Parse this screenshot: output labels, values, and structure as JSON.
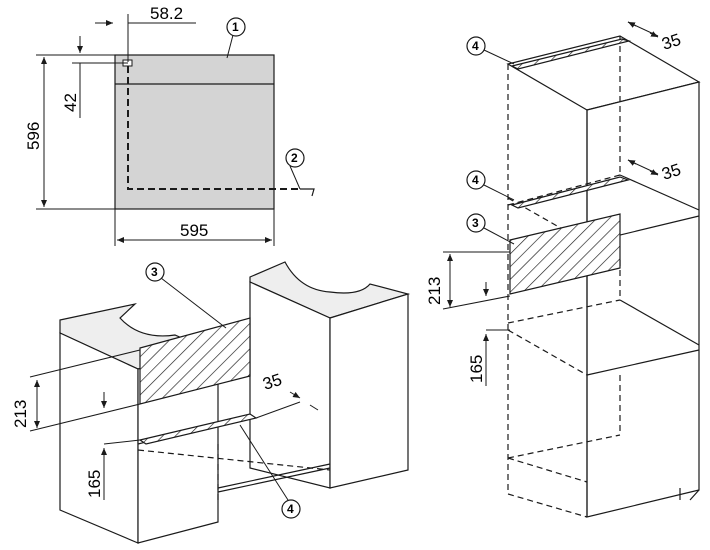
{
  "colors": {
    "line": "#1a1a1a",
    "appliance_fill": "#d4d4d4",
    "panel_fill": "#eeeeee",
    "background": "#ffffff"
  },
  "dimensions": {
    "front_width": "595",
    "front_height": "596",
    "offset_top": "42",
    "offset_side": "58.2",
    "tall_clearance": "35",
    "tall_clearance_lower": "35",
    "tall_vent": "213",
    "tall_bottom": "165",
    "base_clearance": "35",
    "base_vent": "213",
    "base_bottom": "165"
  },
  "callouts": {
    "c1": "1",
    "c2": "2",
    "c3_tall": "3",
    "c4_top": "4",
    "c4_mid": "4",
    "c3_base": "3",
    "c4_base": "4"
  }
}
